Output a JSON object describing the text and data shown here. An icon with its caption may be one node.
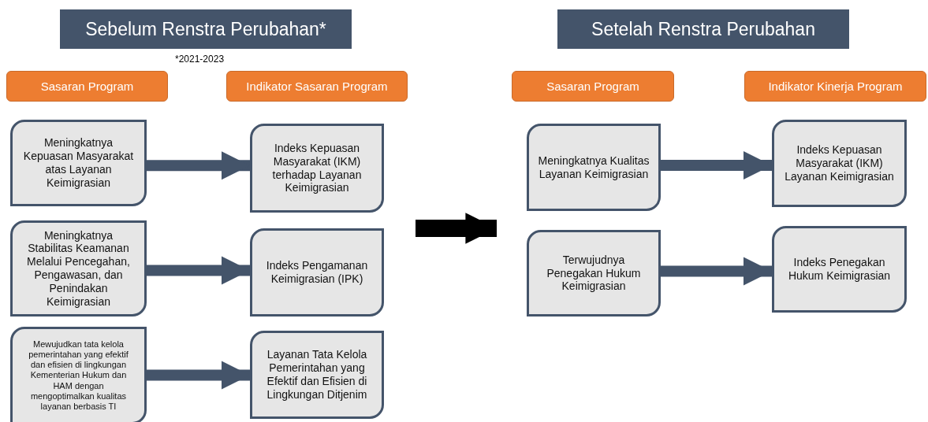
{
  "diagram": {
    "nodes": [
      {
        "text": [
          "Sebelum Renstra Perubahan*"
        ]
      },
      {
        "text": [
          "Setelah Renstra Perubahan"
        ]
      },
      {
        "text": [
          "Sasaran Program"
        ]
      },
      {
        "text": [
          "Indikator Sasaran Program"
        ]
      },
      {
        "text": [
          "Sasaran Program"
        ]
      },
      {
        "text": [
          "Indikator Kinerja Program"
        ]
      },
      {
        "text": [
          "Meningkatnya Kepuasan Masyarakat atas Layanan Keimigrasian"
        ]
      },
      {
        "text": [
          "Indeks Kepuasan Masyarakat (IKM) terhadap Layanan Keimigrasian"
        ]
      },
      {
        "text": [
          "Meningkatnya Kualitas Layanan Keimigrasian"
        ]
      },
      {
        "text": [
          "Indeks Kepuasan Masyarakat  (IKM) Layanan Keimigrasian"
        ]
      },
      {
        "text": [
          "Meningkatnya Stabilitas Keamanan Melalui Pencegahan, Pengawasan, dan Penindakan Keimigrasian"
        ]
      },
      {
        "text": [
          "Indeks Pengamanan Keimigrasian (IPK)"
        ]
      },
      {
        "text": [
          "Terwujudnya Penegakan Hukum Keimigrasian"
        ]
      },
      {
        "text": [
          "Indeks Penegakan Hukum Keimigrasian"
        ]
      },
      {
        "text": [
          "Mewujudkan tata kelola pemerintahan yang efektif dan efisien di lingkungan Kementerian Hukum dan HAM dengan mengoptimalkan kualitas layanan berbasis TI"
        ]
      },
      {
        "text": [
          "Layanan Tata Kelola Pemerintahan yang Efektif dan Efisien di Lingkungan Ditjenim"
        ]
      }
    ],
    "edges": [
      {
        "from": 6,
        "to": 7,
        "arrow": "to"
      },
      {
        "from": 8,
        "to": 9,
        "arrow": "to"
      },
      {
        "from": 10,
        "to": 11,
        "arrow": "to"
      },
      {
        "from": 12,
        "to": 13,
        "arrow": "to"
      },
      {
        "from": 14,
        "to": 15,
        "arrow": "to"
      }
    ],
    "labels": [
      "*2021-2023"
    ]
  }
}
